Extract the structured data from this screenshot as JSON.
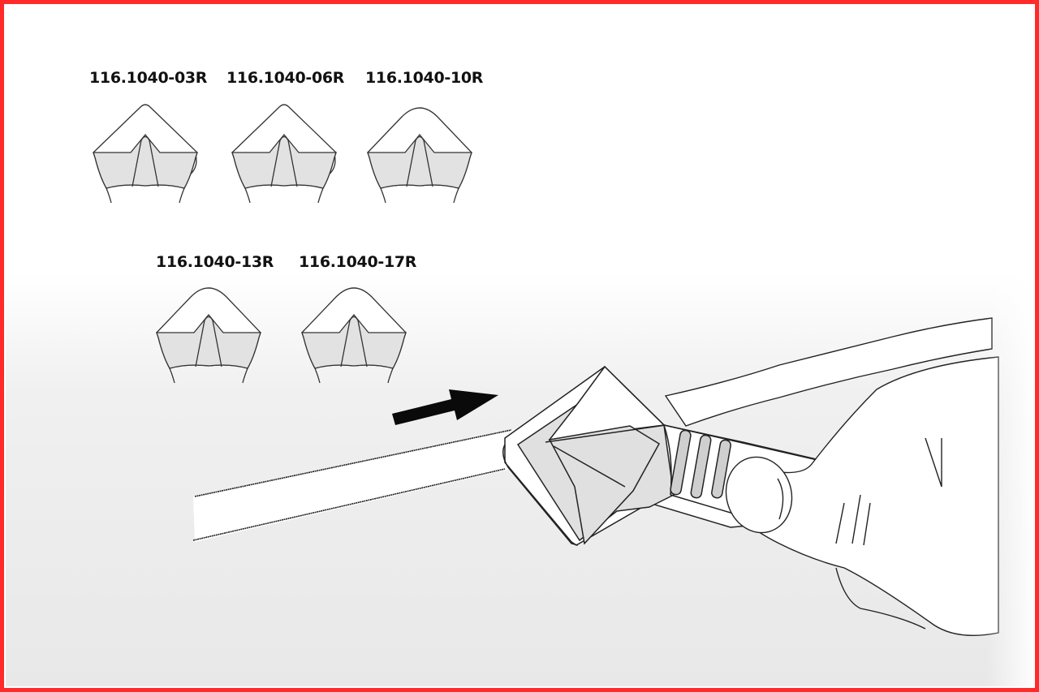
{
  "frame": {
    "border_color": "#ff2a2a"
  },
  "profiles": [
    {
      "label": "116.1040-03R"
    },
    {
      "label": "116.1040-06R"
    },
    {
      "label": "116.1040-10R"
    },
    {
      "label": "116.1040-13R"
    },
    {
      "label": "116.1040-17R"
    }
  ],
  "illustration": {
    "subject": "hand-holding-adjustable-wrench-on-bar",
    "arrow_direction": "right"
  }
}
